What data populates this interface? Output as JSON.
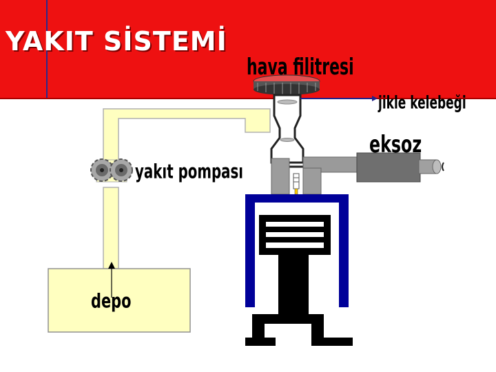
{
  "slide": {
    "title": "YAKIT SİSTEMİ"
  },
  "labels": {
    "air_filter": "hava filitresi",
    "choke": "jikle kelebeği",
    "exhaust": "eksoz",
    "fuel_pump": "yakıt pompası",
    "tank": "depo"
  },
  "colors": {
    "header_red": "#ee1111",
    "fuel_yellow": "#ffffc0",
    "cylinder_blue": "#000099",
    "steel_gray": "#8c8c8c"
  }
}
